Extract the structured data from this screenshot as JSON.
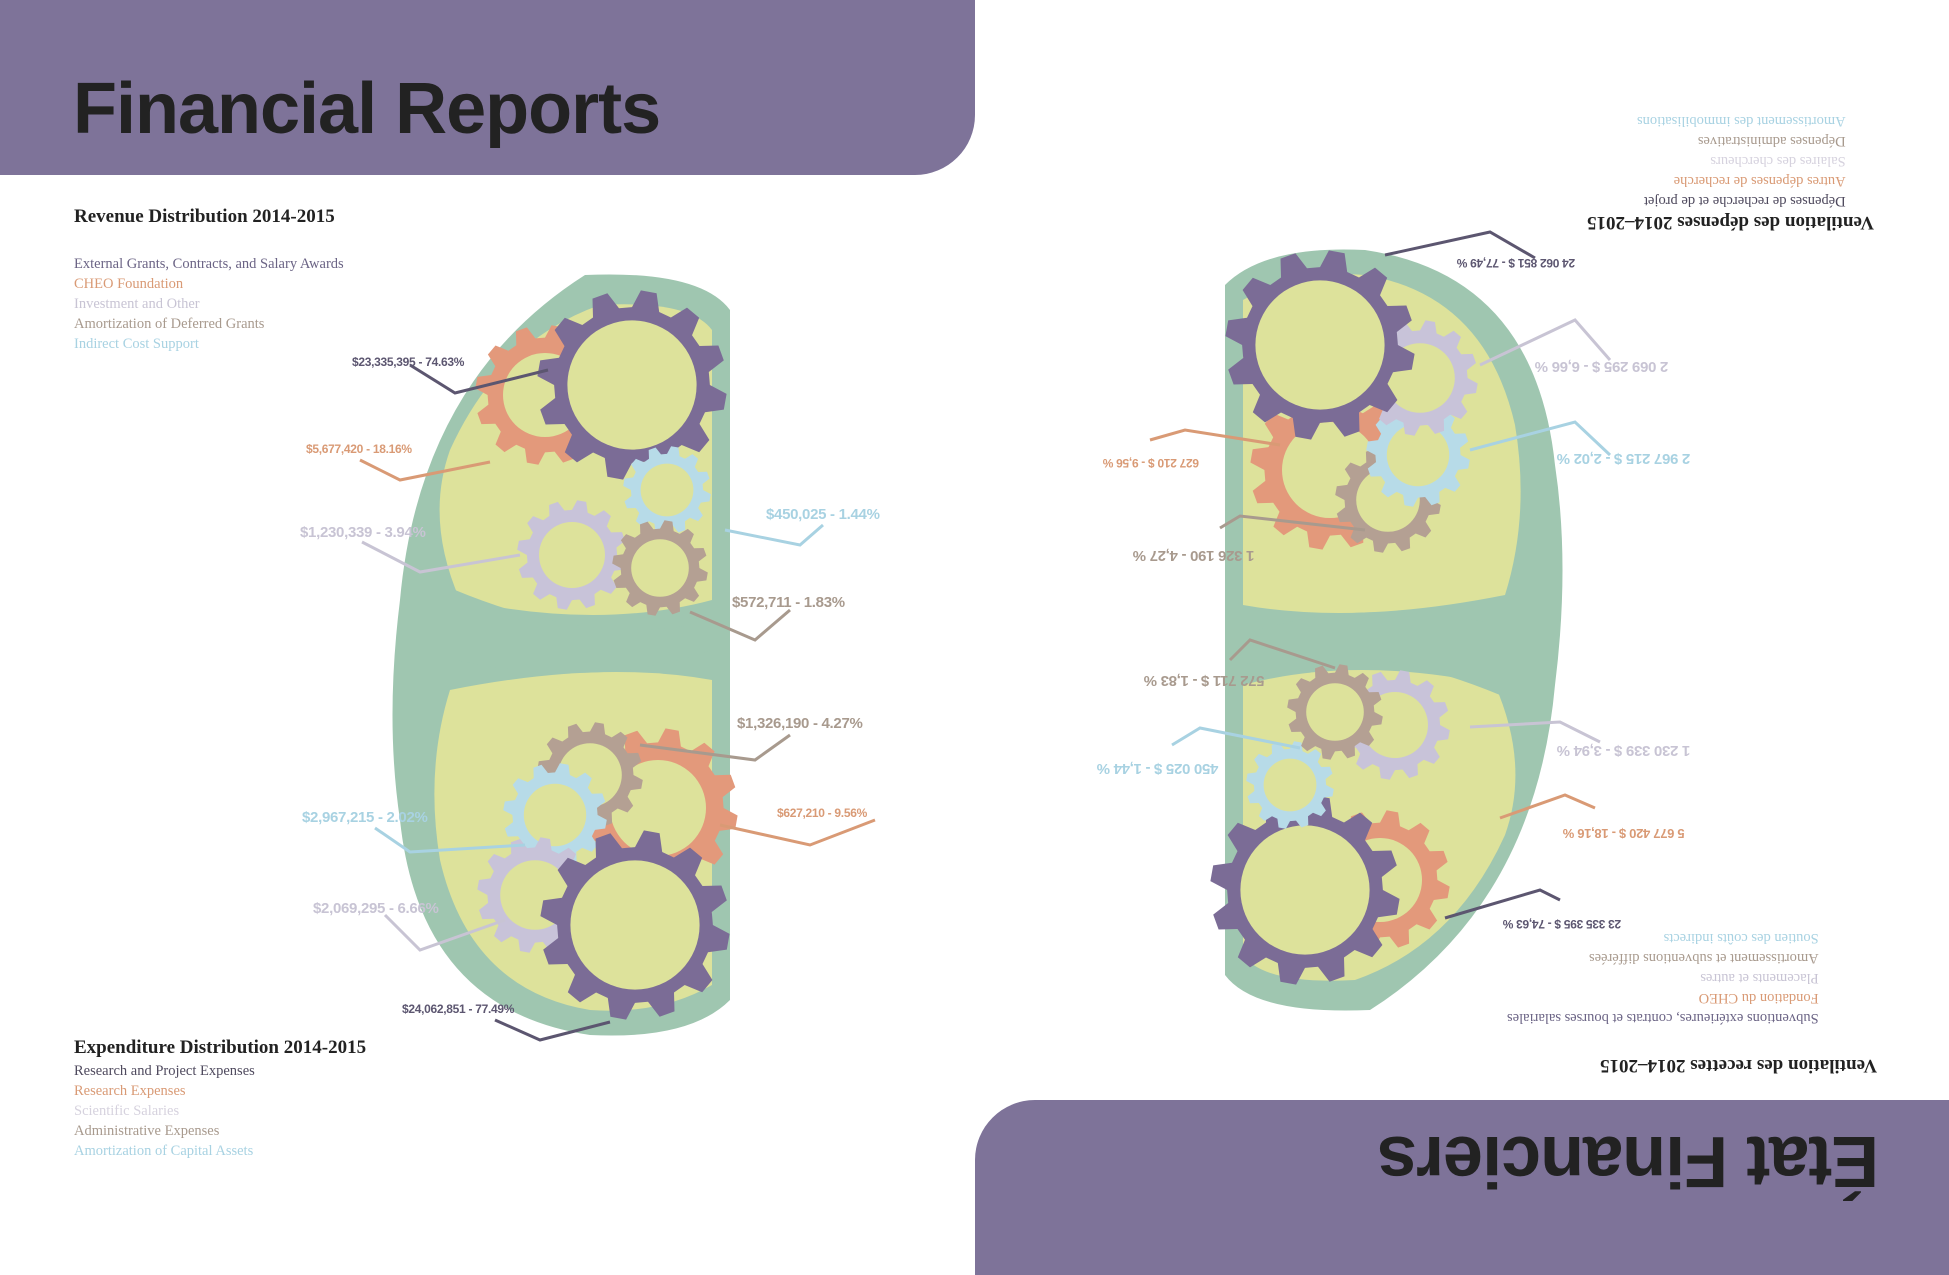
{
  "colors": {
    "banner": "#7e7399",
    "brain_outline": "#9fc6b0",
    "brain_fill": "#dde29b",
    "gear_purple": "#7b6c96",
    "gear_orange": "#e3997b",
    "gear_lavender": "#c8c3d9",
    "gear_taupe": "#b4a093",
    "gear_lightblue": "#b7dbe8"
  },
  "left": {
    "title": "Financial Reports",
    "revenue": {
      "title": "Revenue Distribution 2014-2015",
      "items": [
        {
          "label": "External Grants, Contracts, and Salary Awards",
          "color": "#6b6485"
        },
        {
          "label": "CHEO Foundation",
          "color": "#d99a75"
        },
        {
          "label": "Investment and Other",
          "color": "#c8c4d4"
        },
        {
          "label": "Amortization of Deferred Grants",
          "color": "#a89a8e"
        },
        {
          "label": "Indirect Cost Support",
          "color": "#a8d2e2"
        }
      ]
    },
    "expenditure": {
      "title": "Expenditure Distribution 2014-2015",
      "items": [
        {
          "label": "Research and Project Expenses",
          "color": "#4f4a5e"
        },
        {
          "label": "Research Expenses",
          "color": "#d99a75"
        },
        {
          "label": "Scientific Salaries",
          "color": "#d6d2de"
        },
        {
          "label": "Administrative Expenses",
          "color": "#a89a8e"
        },
        {
          "label": "Amortization of Capital Assets",
          "color": "#a8d2e2"
        }
      ]
    },
    "labels": [
      {
        "text": "$23,335,395 - 74.63%",
        "color": "#5c5670"
      },
      {
        "text": "$5,677,420 - 18.16%",
        "color": "#d99a75"
      },
      {
        "text": "$1,230,339 - 3.94%",
        "color": "#c8c4d4"
      },
      {
        "text": "$450,025 - 1.44%",
        "color": "#a8d2e2"
      },
      {
        "text": "$572,711 - 1.83%",
        "color": "#a89a8e"
      },
      {
        "text": "$1,326,190 - 4.27%",
        "color": "#a89a8e"
      },
      {
        "text": "$627,210 - 9.56%",
        "color": "#d99a75"
      },
      {
        "text": "$2,967,215 - 2.02%",
        "color": "#a8d2e2"
      },
      {
        "text": "$2,069,295 - 6.66%",
        "color": "#c8c4d4"
      },
      {
        "text": "$24,062,851 - 77.49%",
        "color": "#5c5670"
      }
    ]
  },
  "right": {
    "title": "État Financiers",
    "expenditure": {
      "title": "Ventilation des dépenses 2014–2015",
      "items": [
        {
          "label": "Dépenses de recherche et de projet",
          "color": "#4f4a5e"
        },
        {
          "label": "Autres dépenses de recherche",
          "color": "#d99a75"
        },
        {
          "label": "Salaires des chercheurs",
          "color": "#d6d2de"
        },
        {
          "label": "Dépenses administratives",
          "color": "#a89a8e"
        },
        {
          "label": "Amortissement des immobilisations",
          "color": "#a8d2e2"
        }
      ]
    },
    "revenue": {
      "title": "Ventilation des recettes 2014–2015",
      "items": [
        {
          "label": "Subventions extérieures, contrats et bourses salariales",
          "color": "#6b6485"
        },
        {
          "label": "Fondation du CHEO",
          "color": "#d99a75"
        },
        {
          "label": "Placements et autres",
          "color": "#c8c4d4"
        },
        {
          "label": "Amortissement et subventions différées",
          "color": "#a89a8e"
        },
        {
          "label": "Soutien des coûts indirects",
          "color": "#a8d2e2"
        }
      ]
    },
    "labels": [
      {
        "text": "24 062 851 $ - 77,49 %",
        "color": "#5c5670"
      },
      {
        "text": "2 069 295 $ - 6,66 %",
        "color": "#c8c4d4"
      },
      {
        "text": "627 210 $ - 9,56 %",
        "color": "#d99a75"
      },
      {
        "text": "2 967 215 $ - 2,02 %",
        "color": "#a8d2e2"
      },
      {
        "text": "1 326 190 - 4,27 %",
        "color": "#a89a8e"
      },
      {
        "text": "572 711 $ - 1,83 %",
        "color": "#a89a8e"
      },
      {
        "text": "450 025 $ - 1,44 %",
        "color": "#a8d2e2"
      },
      {
        "text": "1 230 339 $ - 3,94 %",
        "color": "#c8c4d4"
      },
      {
        "text": "5 677 420 $ - 18,16 %",
        "color": "#d99a75"
      },
      {
        "text": "23 335 395 $ - 74,63 %",
        "color": "#5c5670"
      }
    ]
  }
}
